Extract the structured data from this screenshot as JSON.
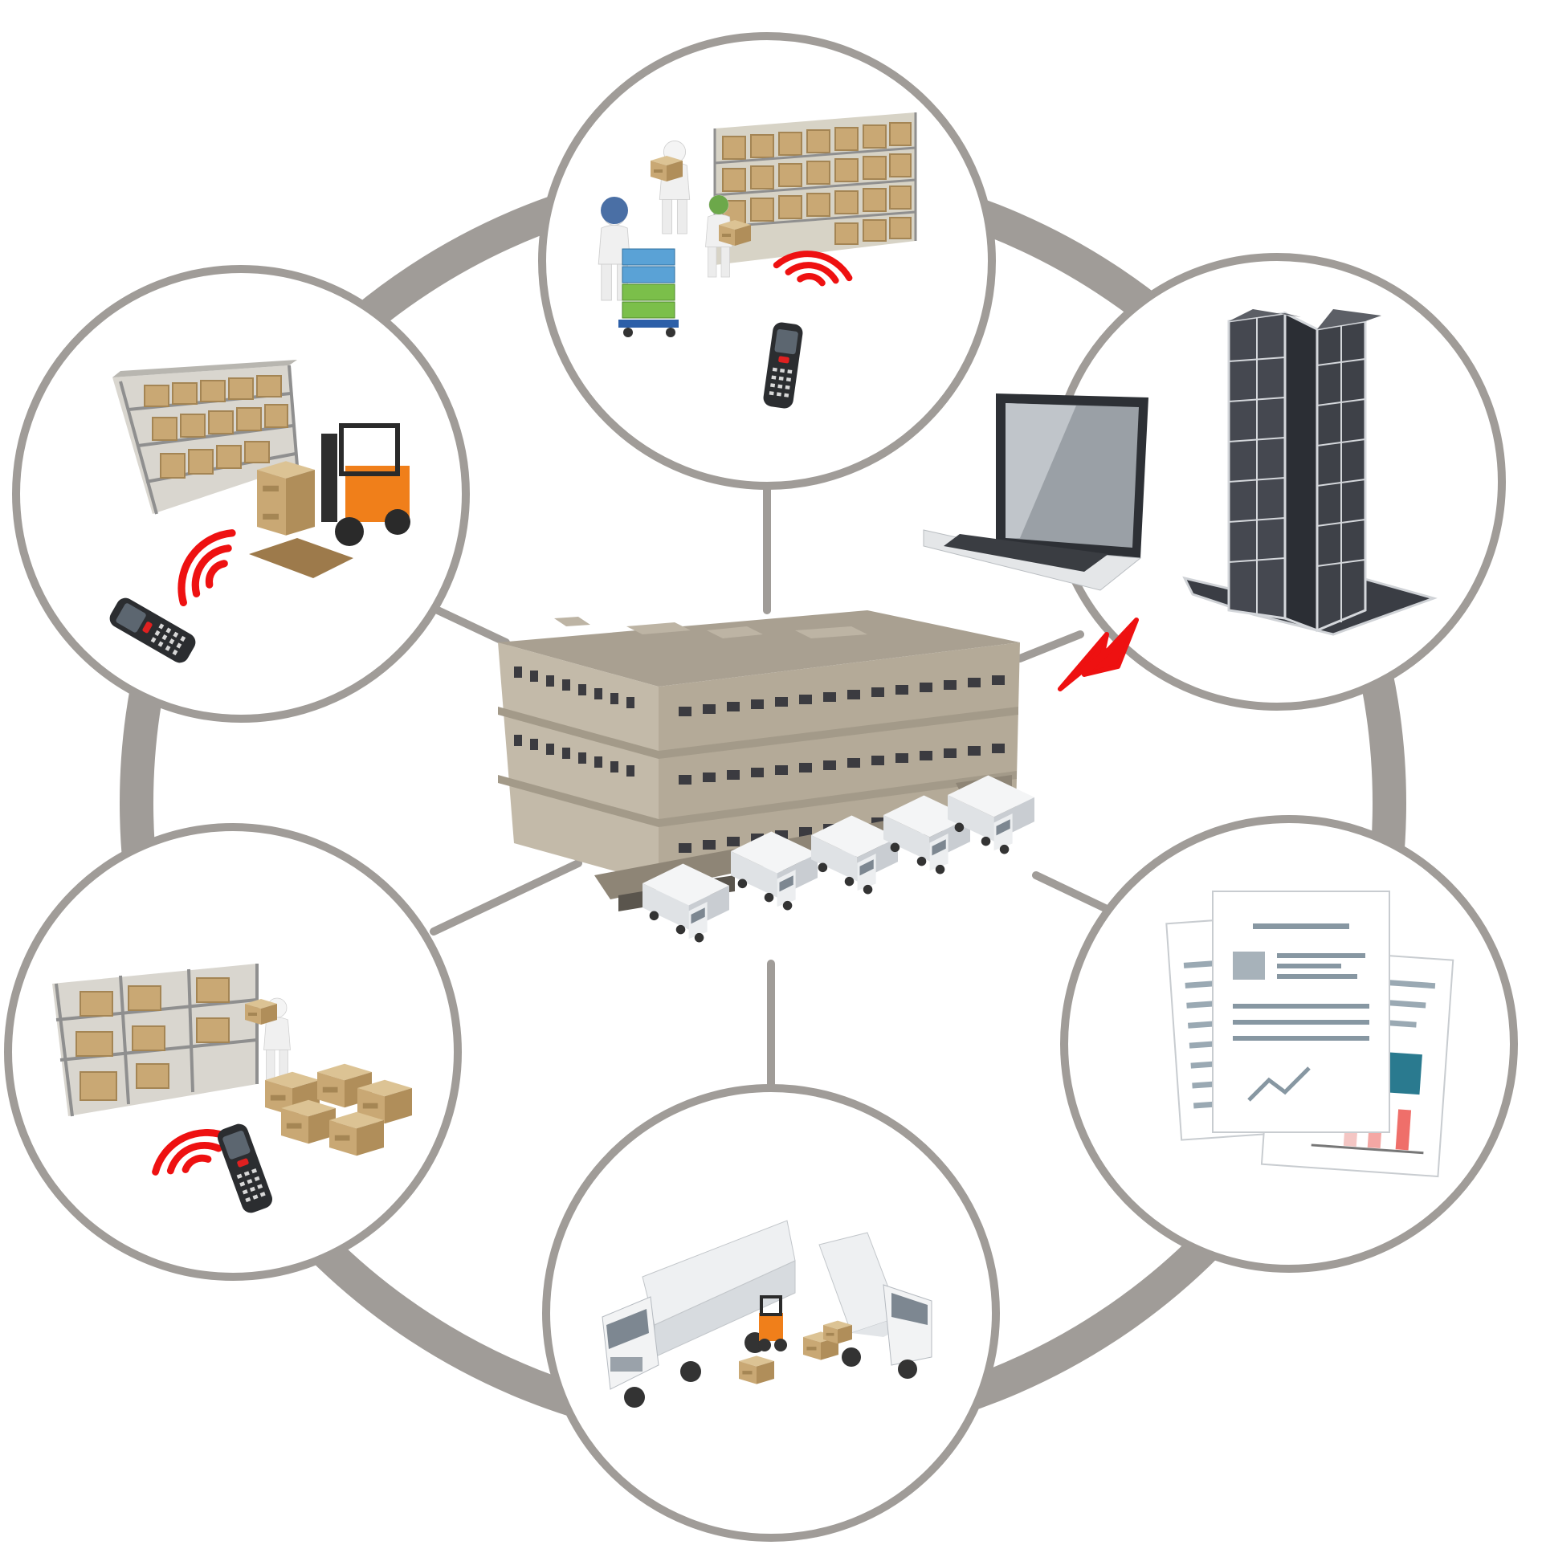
{
  "diagram": {
    "hub": {
      "id": "distribution-center",
      "icon": "warehouse-building-icon"
    },
    "nodes": [
      {
        "id": "picking",
        "icon": "picking-workers-icon",
        "has_scanner": true
      },
      {
        "id": "head-office",
        "icon": "office-tower-laptop-icon",
        "has_scanner": false
      },
      {
        "id": "reports",
        "icon": "documents-report-icon",
        "has_scanner": false
      },
      {
        "id": "shipping",
        "icon": "trucks-loading-icon",
        "has_scanner": false
      },
      {
        "id": "storage",
        "icon": "shelves-boxes-icon",
        "has_scanner": true
      },
      {
        "id": "receiving",
        "icon": "forklift-pallet-icon",
        "has_scanner": true
      }
    ],
    "links": [
      {
        "from": "distribution-center",
        "to": "picking",
        "style": "line"
      },
      {
        "from": "distribution-center",
        "to": "head-office",
        "style": "lightning"
      },
      {
        "from": "distribution-center",
        "to": "reports",
        "style": "line"
      },
      {
        "from": "distribution-center",
        "to": "shipping",
        "style": "line"
      },
      {
        "from": "distribution-center",
        "to": "storage",
        "style": "line"
      },
      {
        "from": "distribution-center",
        "to": "receiving",
        "style": "line"
      }
    ]
  },
  "colors": {
    "ring": "#a09c98",
    "signal": "#ee1111",
    "building": "#b9b09f",
    "box": "#c9a874",
    "truck": "#e6e8ea"
  }
}
